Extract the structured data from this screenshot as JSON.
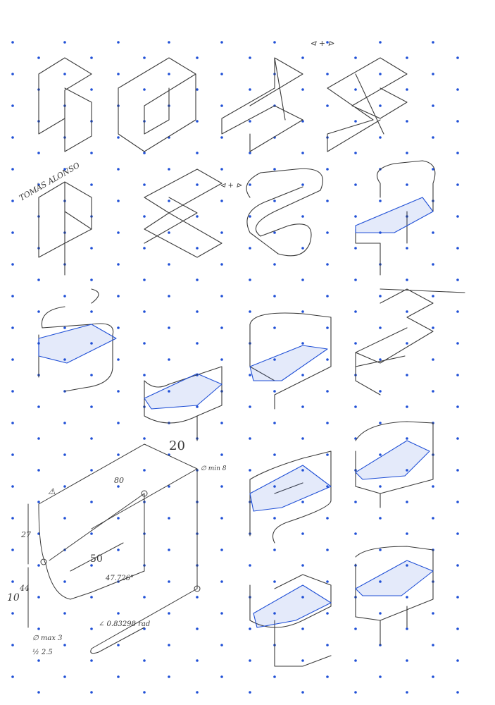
{
  "sheet": {
    "paper_color": "#ffffff",
    "dot_color": "#1f4fd6",
    "pencil_color": "#3a3a3a",
    "ink_color": "#1f4fd6"
  },
  "author": "TOMÁS ALONSO",
  "annotations": {
    "marks_top": "⊲ + ⊳",
    "marks_mid": "⊲ + ⊳",
    "dim_top_right": "20",
    "dim_80": "80",
    "dim_50": "50",
    "dim_27": "27",
    "dim_10": "10",
    "dim_44": "44",
    "angle_deg": "47.726°",
    "angle_rad": "∠ 0.83298 rad",
    "radius_note": "∅ max 3",
    "radius_vals": "½  2.5",
    "note_min": "∅ min 8",
    "note_warn": "⚠"
  }
}
